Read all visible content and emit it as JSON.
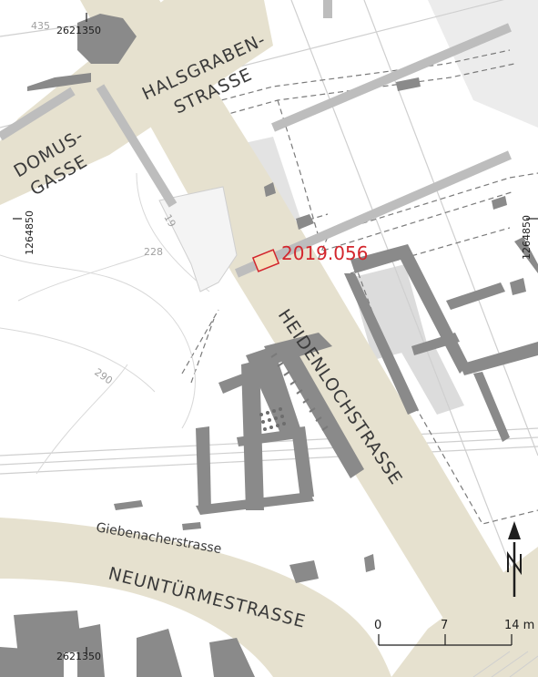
{
  "map": {
    "excavation_label": "2019.056",
    "streets": {
      "halsgraben_line1": "HALSGRABEN-",
      "halsgraben_line2": "STRASSE",
      "domus_line1": "DOMUS-",
      "domus_line2": "GASSE",
      "heidenloch": "HEIDENLOCHSTRASSE",
      "giebenacher": "Giebenacherstrasse",
      "neuntuerme": "NEUNTÜRMESTRASSE"
    },
    "coordinates": {
      "top_east": "2621350",
      "bottom_east": "2621350",
      "left_north": "1264850",
      "right_north": "1264850"
    },
    "contour_labels": {
      "c435": "435",
      "c228": "228",
      "c290": "290",
      "c19": "19"
    },
    "scale": {
      "label_0": "0",
      "label_7": "7",
      "label_14": "14 m"
    },
    "north_label": "N",
    "colors": {
      "road": "#e6e1cf",
      "structure": "#8a8a8a",
      "light_structure": "#d6d6d6",
      "excavation": "#d3262d"
    }
  }
}
